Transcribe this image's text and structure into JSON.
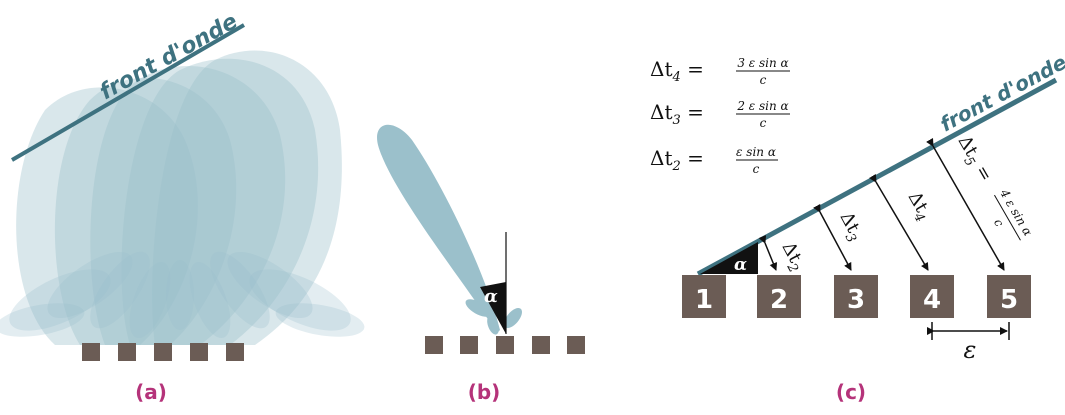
{
  "colors": {
    "wave": "#9bc0cb",
    "wave_dark": "#3f7382",
    "front": "#3e7280",
    "element": "#6b5c55",
    "label": "#b5337a"
  },
  "panels": {
    "a": {
      "label": "(a)",
      "front_text": "front d'onde",
      "elements": 5
    },
    "b": {
      "label": "(b)",
      "angle_symbol": "α",
      "elements": 5
    },
    "c": {
      "label": "(c)",
      "front_text": "front d'onde",
      "angle_symbol": "α",
      "element_numbers": [
        "1",
        "2",
        "3",
        "4",
        "5"
      ],
      "spacing_symbol": "ε",
      "equations": [
        {
          "lhs": "Δt",
          "sub": "4",
          "num": "3 ε sin α",
          "den": "c"
        },
        {
          "lhs": "Δt",
          "sub": "3",
          "num": "2 ε sin α",
          "den": "c"
        },
        {
          "lhs": "Δt",
          "sub": "2",
          "num": "ε sin α",
          "den": "c"
        }
      ],
      "delays": [
        {
          "text": "Δt",
          "sub": "2"
        },
        {
          "text": "Δt",
          "sub": "3"
        },
        {
          "text": "Δt",
          "sub": "4"
        },
        {
          "text": "Δt",
          "sub": "5",
          "eq_num": "4 ε sin α",
          "eq_den": "c"
        }
      ]
    }
  }
}
